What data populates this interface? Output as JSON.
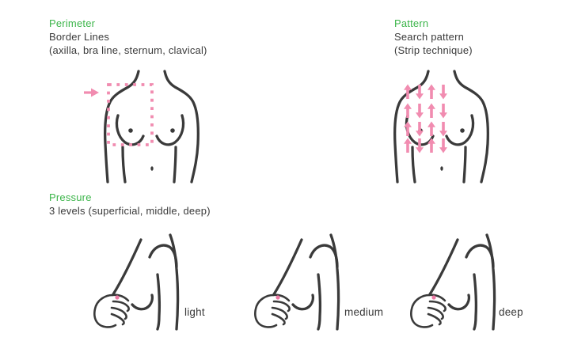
{
  "colors": {
    "accent_green": "#3cb54a",
    "line_dark": "#3a3a3a",
    "accent_pink": "#f18cb0",
    "dot_pink": "#ec79a4",
    "background": "#ffffff"
  },
  "sections": {
    "perimeter": {
      "title": "Perimeter",
      "subtitle": "Border Lines",
      "detail": "(axilla, bra line, sternum, clavical)"
    },
    "pattern": {
      "title": "Pattern",
      "subtitle": "Search pattern",
      "detail": "(Strip technique)"
    },
    "pressure": {
      "title": "Pressure",
      "subtitle": "3 levels (superficial, middle, deep)",
      "levels": [
        {
          "label": "light"
        },
        {
          "label": "medium"
        },
        {
          "label": "deep"
        }
      ]
    }
  },
  "icons": {
    "perimeter_pointer": "right-arrow",
    "perimeter_overlay": "dashed-box",
    "strip_arrow_columns": [
      "up",
      "down",
      "up",
      "down"
    ],
    "strip_arrow_rows": 4,
    "pressure_point": "pink-dot"
  }
}
